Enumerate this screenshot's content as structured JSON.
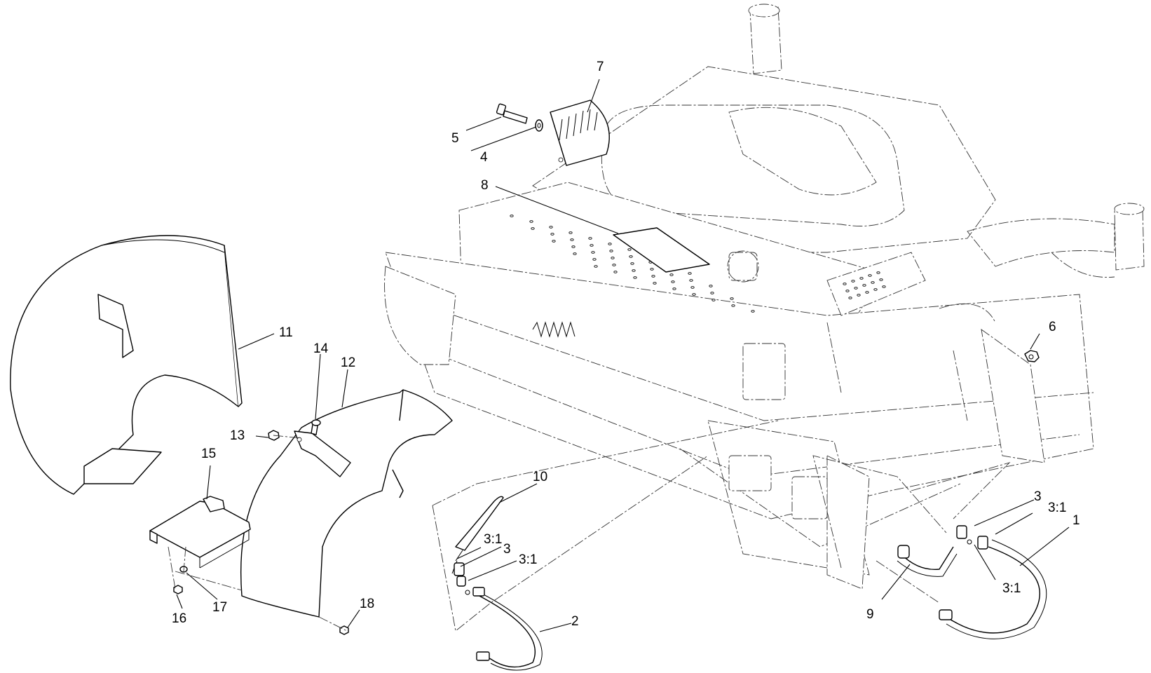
{
  "callouts": {
    "c1": "1",
    "c2": "2",
    "c3a": "3",
    "c3b": "3",
    "c31a": "3:1",
    "c31b": "3:1",
    "c31c": "3:1",
    "c31d": "3:1",
    "c4": "4",
    "c5": "5",
    "c6": "6",
    "c7": "7",
    "c8": "8",
    "c9": "9",
    "c10": "10",
    "c11": "11",
    "c12": "12",
    "c13": "13",
    "c14": "14",
    "c15": "15",
    "c16": "16",
    "c17": "17",
    "c18": "18"
  }
}
